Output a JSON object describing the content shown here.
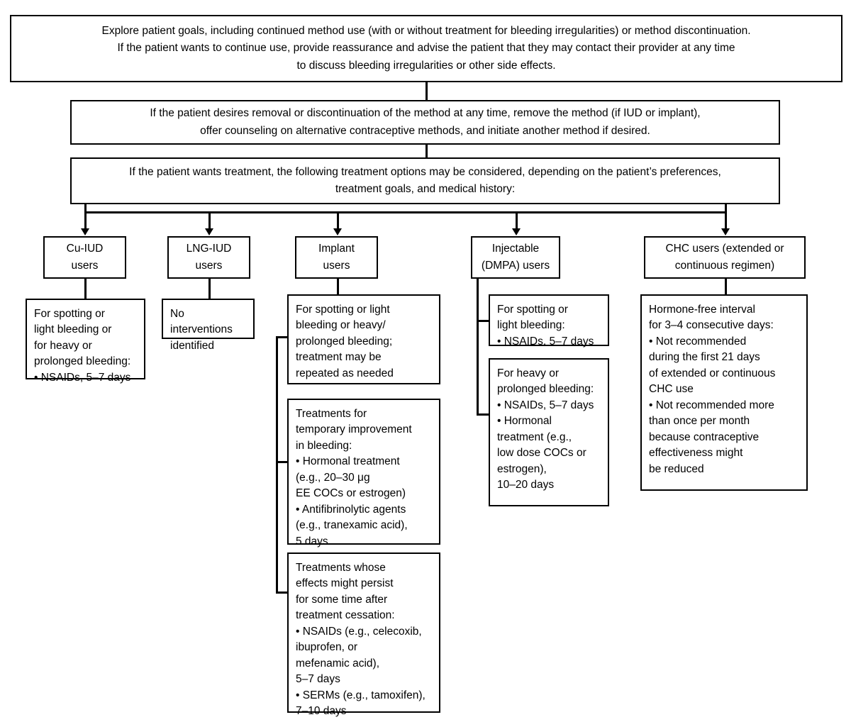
{
  "figure": {
    "type": "flowchart",
    "title": "Management of bleeding irregularities with contraceptive method use"
  },
  "top_box": {
    "text": "Explore patient goals, including continued method use (with or without treatment for bleeding irregularities) or method discontinuation.\nIf the patient wants to continue use, provide reassurance and advise the patient that they may contact their provider at any time\nto discuss bleeding irregularities or other side effects."
  },
  "removal_box": {
    "text": "If the patient desires removal or discontinuation of the method at any time, remove the method (if IUD or implant),\noffer counseling on alternative contraceptive methods, and initiate another method if desired."
  },
  "treatment_box": {
    "text": "If the patient wants treatment, the following treatment options may be considered, depending on the patient’s preferences,\ntreatment goals, and medical history:"
  },
  "columns": [
    {
      "id": "cu-iud",
      "header": "Cu-IUD\nusers",
      "details": [
        {
          "id": "cu-iud-detail",
          "text": "For spotting or\nlight bleeding or\nfor heavy or\nprolonged bleeding:\n• NSAIDs, 5–7 days"
        }
      ]
    },
    {
      "id": "lng-iud",
      "header": "LNG-IUD\nusers",
      "details": [
        {
          "id": "lng-iud-detail",
          "text": "No interventions\nidentified"
        }
      ]
    },
    {
      "id": "implant",
      "header": "Implant\nusers",
      "details": [
        {
          "id": "implant-detail-1",
          "text": "For spotting or light\nbleeding or heavy/\nprolonged bleeding;\ntreatment may be\nrepeated as needed"
        },
        {
          "id": "implant-detail-2",
          "text": "Treatments for\ntemporary improvement\nin bleeding:\n• Hormonal treatment\n   (e.g., 20–30 μg\n   EE COCs or estrogen)\n• Antifibrinolytic agents\n   (e.g., tranexamic acid),\n   5 days"
        },
        {
          "id": "implant-detail-3",
          "text": "Treatments whose\neffects might persist\nfor some time after\ntreatment cessation:\n• NSAIDs (e.g., celecoxib,\n   ibuprofen, or\n   mefenamic acid),\n   5–7 days\n• SERMs (e.g., tamoxifen),\n   7–10 days"
        }
      ]
    },
    {
      "id": "injectable",
      "header": "Injectable\n(DMPA) users",
      "details": [
        {
          "id": "injectable-detail-1",
          "text": "For spotting or\nlight bleeding:\n• NSAIDs, 5–7 days"
        },
        {
          "id": "injectable-detail-2",
          "text": "For heavy or\nprolonged bleeding:\n• NSAIDs, 5–7 days\n• Hormonal\n   treatment (e.g.,\n   low dose COCs or\n   estrogen),\n   10–20 days"
        }
      ]
    },
    {
      "id": "chc",
      "header": "CHC users (extended or\ncontinuous regimen)",
      "details": [
        {
          "id": "chc-detail",
          "text": "Hormone-free interval\nfor 3–4 consecutive days:\n• Not recommended\n   during the first 21 days\n   of extended or continuous\n   CHC use\n• Not recommended more\n   than once per month\n   because contraceptive\n   effectiveness might\n   be reduced"
        }
      ]
    }
  ],
  "colors": {
    "stroke": "#000000",
    "background": "#ffffff",
    "text": "#000000"
  }
}
